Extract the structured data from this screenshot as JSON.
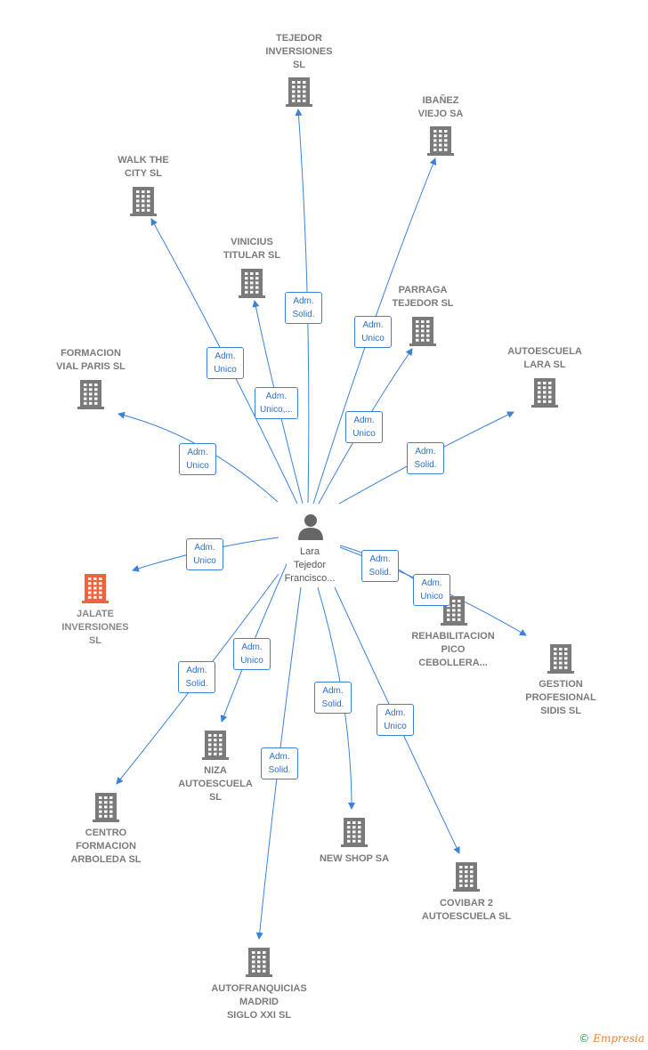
{
  "center": {
    "label": "Lara\nTejedor\nFrancisco..."
  },
  "colors": {
    "edge": "#3b82d6",
    "building": "#7a7a7a",
    "building_highlight": "#f0643c",
    "person": "#666666"
  },
  "companies": [
    {
      "id": "tejedor-inversiones",
      "label": "TEJEDOR\nINVERSIONES\nSL",
      "highlight": false
    },
    {
      "id": "ibanez-viejo",
      "label": "IBAÑEZ\nVIEJO SA",
      "highlight": false
    },
    {
      "id": "walk-the-city",
      "label": "WALK THE\nCITY  SL",
      "highlight": false
    },
    {
      "id": "vinicius-titular",
      "label": "VINICIUS\nTITULAR  SL",
      "highlight": false
    },
    {
      "id": "parraga-tejedor",
      "label": "PARRAGA\nTEJEDOR  SL",
      "highlight": false
    },
    {
      "id": "formacion-vial-paris",
      "label": "FORMACION\nVIAL PARIS  SL",
      "highlight": false
    },
    {
      "id": "autoescuela-lara",
      "label": "AUTOESCUELA\nLARA SL",
      "highlight": false
    },
    {
      "id": "jalate-inversiones",
      "label": "JALATE\nINVERSIONES\nSL",
      "highlight": true
    },
    {
      "id": "rehabilitacion-pico",
      "label": "REHABILITACION\nPICO\nCEBOLLERA...",
      "highlight": false
    },
    {
      "id": "gestion-profesional",
      "label": "GESTION\nPROFESIONAL\nSIDIS  SL",
      "highlight": false
    },
    {
      "id": "niza-autoescuela",
      "label": "NIZA\nAUTOESCUELA\nSL",
      "highlight": false
    },
    {
      "id": "centro-formacion",
      "label": "CENTRO\nFORMACION\nARBOLEDA  SL",
      "highlight": false
    },
    {
      "id": "new-shop",
      "label": "NEW SHOP SA",
      "highlight": false
    },
    {
      "id": "covibar-2",
      "label": "COVIBAR 2\nAUTOESCUELA SL",
      "highlight": false
    },
    {
      "id": "autofranquicias",
      "label": "AUTOFRANQUICIAS\nMADRID\nSIGLO XXI  SL",
      "highlight": false
    }
  ],
  "edges": [
    {
      "to": "tejedor-inversiones",
      "label": "Adm.\nSolid."
    },
    {
      "to": "ibanez-viejo",
      "label": "Adm.\nUnico"
    },
    {
      "to": "walk-the-city",
      "label": "Adm.\nUnico"
    },
    {
      "to": "vinicius-titular",
      "label": "Adm.\nUnico,..."
    },
    {
      "to": "parraga-tejedor",
      "label": "Adm.\nUnico"
    },
    {
      "to": "formacion-vial-paris",
      "label": "Adm.\nUnico"
    },
    {
      "to": "autoescuela-lara",
      "label": "Adm.\nSolid."
    },
    {
      "to": "jalate-inversiones",
      "label": "Adm.\nUnico"
    },
    {
      "to": "rehabilitacion-pico",
      "label": "Adm.\nSolid."
    },
    {
      "to": "gestion-profesional",
      "label": "Adm.\nUnico"
    },
    {
      "to": "niza-autoescuela",
      "label": "Adm.\nUnico"
    },
    {
      "to": "centro-formacion",
      "label": "Adm.\nSolid."
    },
    {
      "to": "new-shop",
      "label": "Adm.\nSolid."
    },
    {
      "to": "covibar-2",
      "label": "Adm.\nUnico"
    },
    {
      "to": "autofranquicias",
      "label": "Adm.\nSolid."
    }
  ],
  "footer": {
    "copyright": "©",
    "brand": "Empresia"
  }
}
